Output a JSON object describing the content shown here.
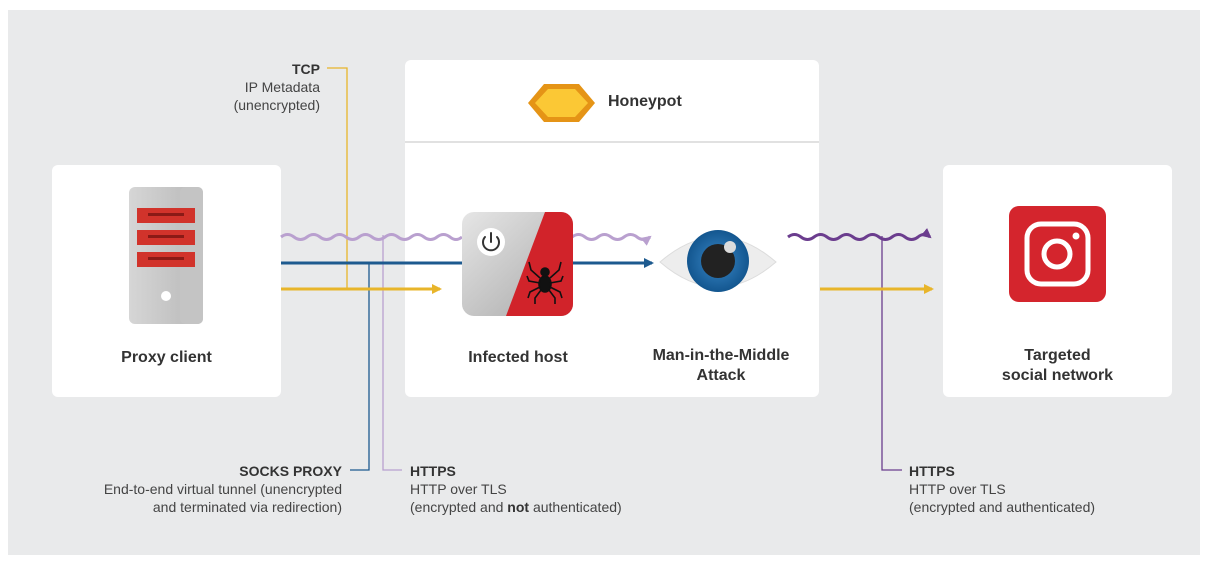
{
  "colors": {
    "background": "#e9eaeb",
    "tcp": "#e8b52a",
    "socks": "#1d5a8f",
    "https_unauth": "#b9a0cf",
    "https_auth": "#6b3d8e",
    "spider_red": "#d1232a",
    "instagram": "#d4252d"
  },
  "nodes": {
    "proxy_client": "Proxy client",
    "honeypot": "Honeypot",
    "infected_host": "Infected host",
    "mitm": "Man-in-the-Middle Attack",
    "target": "Targeted social network"
  },
  "annotations": {
    "tcp": {
      "title": "TCP",
      "line1": "IP Metadata",
      "line2": "(unencrypted)"
    },
    "socks": {
      "title": "SOCKS PROXY",
      "line1": "End-to-end virtual tunnel (unencrypted",
      "line2": "and terminated via redirection)"
    },
    "https_left": {
      "title": "HTTPS",
      "line1": "HTTP over TLS",
      "line2_pre": "(encrypted and ",
      "line2_bold": "not",
      "line2_post": " authenticated)"
    },
    "https_right": {
      "title": "HTTPS",
      "line1": "HTTP over TLS",
      "line2": "(encrypted and authenticated)"
    }
  },
  "icons": {
    "server": "server-icon",
    "honeycomb": "honeycomb-icon",
    "power": "power-icon",
    "spider": "spider-icon",
    "eye": "eye-icon",
    "instagram": "instagram-icon"
  }
}
